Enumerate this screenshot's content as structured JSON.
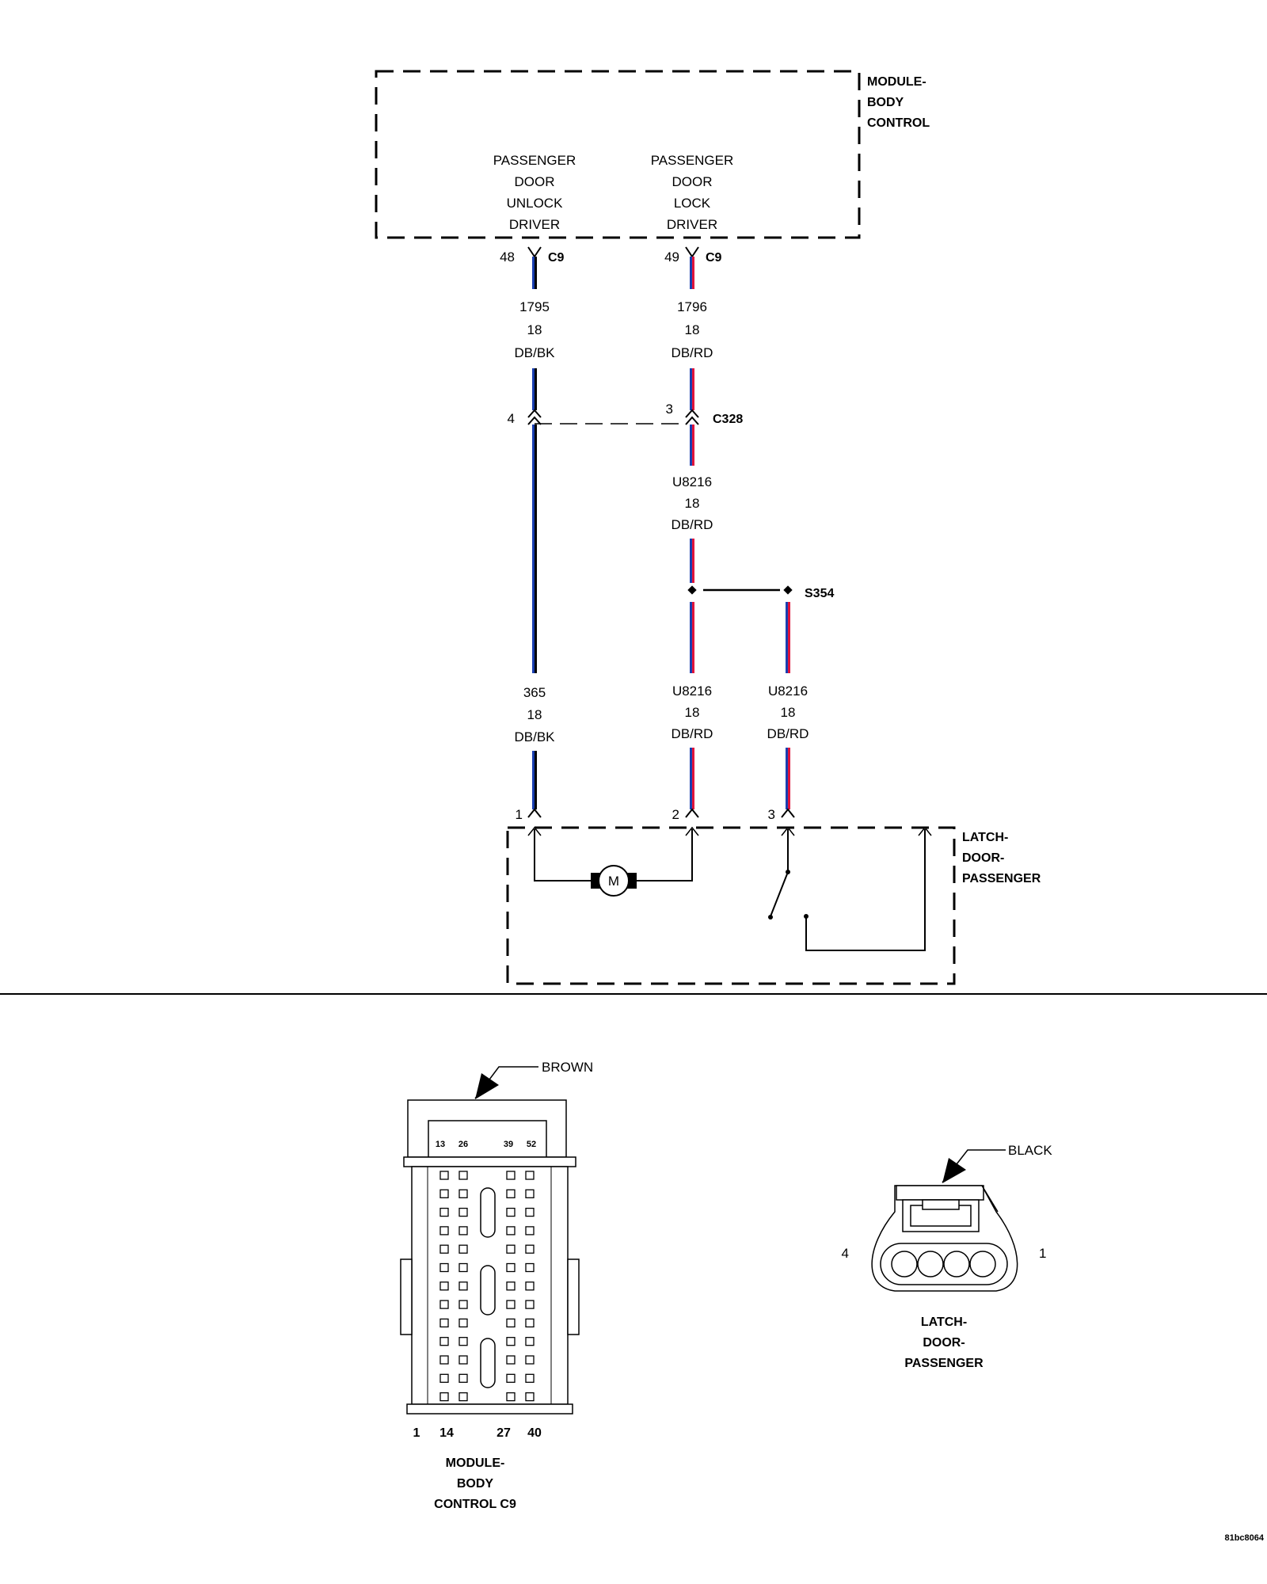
{
  "colors": {
    "db": "#1a3fb0",
    "bk": "#000000",
    "rd": "#e0143c",
    "line": "#000000"
  },
  "bcm": {
    "title": [
      "MODULE-",
      "BODY",
      "CONTROL"
    ],
    "unlock_label": [
      "PASSENGER",
      "DOOR",
      "UNLOCK",
      "DRIVER"
    ],
    "lock_label": [
      "PASSENGER",
      "DOOR",
      "LOCK",
      "DRIVER"
    ],
    "pin_unlock": "48",
    "pin_lock": "49",
    "connector": "C9"
  },
  "wires": {
    "w1795": {
      "circuit": "1795",
      "gauge": "18",
      "color": "DB/BK"
    },
    "w1796": {
      "circuit": "1796",
      "gauge": "18",
      "color": "DB/RD"
    },
    "w_after_c328": {
      "circuit": "U8216",
      "gauge": "18",
      "color": "DB/RD"
    },
    "w365": {
      "circuit": "365",
      "gauge": "18",
      "color": "DB/BK"
    },
    "w_latch2": {
      "circuit": "U8216",
      "gauge": "18",
      "color": "DB/RD"
    },
    "w_latch3": {
      "circuit": "U8216",
      "gauge": "18",
      "color": "DB/RD"
    }
  },
  "c328": {
    "name": "C328",
    "pin_left": "4",
    "pin_right": "3"
  },
  "splice": {
    "name": "S354"
  },
  "latch": {
    "title": [
      "LATCH-",
      "DOOR-",
      "PASSENGER"
    ],
    "pin1": "1",
    "pin2": "2",
    "pin3": "3",
    "motor_label": "M"
  },
  "bcm_connector_view": {
    "color_label": "BROWN",
    "top_pins": [
      "13",
      "26",
      "39",
      "52"
    ],
    "bottom_pins": [
      "1",
      "14",
      "27",
      "40"
    ],
    "caption": [
      "MODULE-",
      "BODY",
      "CONTROL C9"
    ]
  },
  "latch_connector_view": {
    "color_label": "BLACK",
    "pin_left": "4",
    "pin_right": "1",
    "caption": [
      "LATCH-",
      "DOOR-",
      "PASSENGER"
    ]
  },
  "figure_id": "81bc8064"
}
